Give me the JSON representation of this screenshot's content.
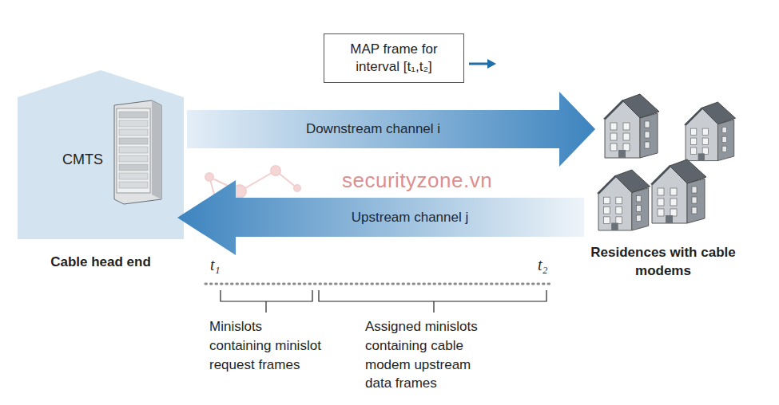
{
  "diagram": {
    "nodes": [
      {
        "text": [
          "CMTS",
          "Cable head end"
        ]
      },
      {
        "text": [
          "MAP frame for interval [t₁,t₂]"
        ]
      },
      {
        "text": [
          "Downstream channel i"
        ]
      },
      {
        "text": [
          "Upstream channel j"
        ]
      }
    ],
    "labels": [
      "securityzone.vn",
      "Residences with cable modems",
      "t₁",
      "t₂",
      "Minislots containing minislot request frames",
      "Assigned minislots containing cable modem upstream data frames"
    ]
  }
}
